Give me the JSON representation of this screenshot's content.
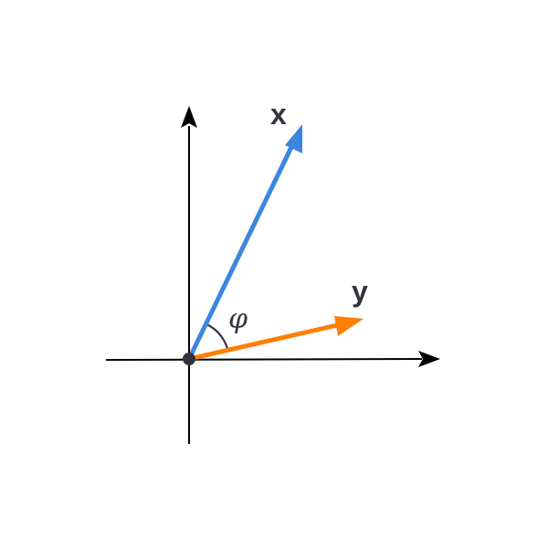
{
  "diagram": {
    "colors": {
      "axes": "#000000",
      "vector_x": "#3b86e0",
      "vector_y": "#ff7f00",
      "text": "#333340",
      "origin_dot": "#33333f"
    },
    "vectors": [
      {
        "id": "x",
        "label": "x"
      },
      {
        "id": "y",
        "label": "y"
      }
    ],
    "angle": {
      "label": "φ"
    }
  }
}
